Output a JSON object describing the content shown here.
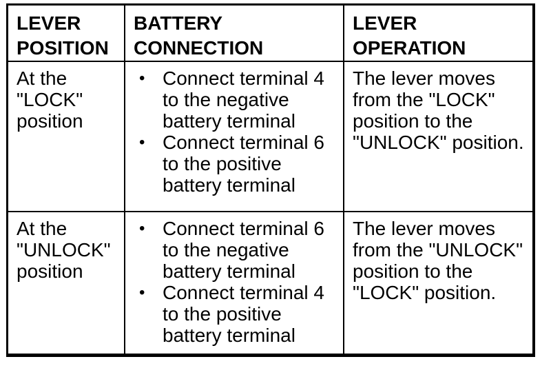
{
  "page": {
    "background": "#ffffff",
    "ink_color": "#000000"
  },
  "icons": {
    "bullet": "•"
  },
  "table": {
    "headers": [
      "LEVER POSITION",
      "BATTERY CONNECTION",
      "LEVER OPERATION"
    ],
    "rows": [
      {
        "lever_position": "At the \"LOCK\" position",
        "battery_connection": [
          "Connect terminal 4 to the negative battery terminal",
          "Connect terminal 6 to the positive battery terminal"
        ],
        "lever_operation": "The lever moves from the \"LOCK\" position to the \"UNLOCK\" position."
      },
      {
        "lever_position": "At the \"UNLOCK\" position",
        "battery_connection": [
          "Connect terminal 6 to the negative battery terminal",
          "Connect terminal 4 to the positive battery terminal"
        ],
        "lever_operation": "The lever moves from the \"UNLOCK\" position to the \"LOCK\" position."
      }
    ]
  }
}
